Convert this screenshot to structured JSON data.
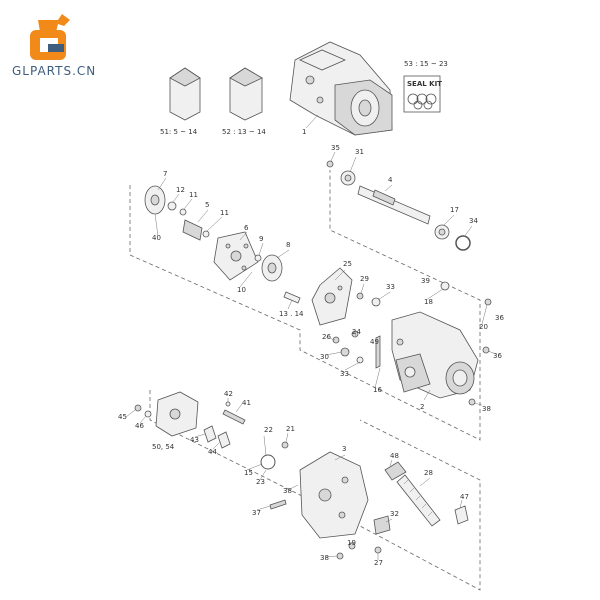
{
  "brand": {
    "name": "GLPARTS.CN",
    "icon": "gear-wrench-logo-icon",
    "colors": {
      "orange": "#f28a1a",
      "blue": "#3f5d7f"
    }
  },
  "seal_kit": {
    "title": "SEAL KIT",
    "ref": "53 : 15 ~ 23"
  },
  "kits": [
    {
      "ref": "51: 5 ~ 14"
    },
    {
      "ref": "52 : 13 ~ 14"
    }
  ],
  "callouts": {
    "c1": "1",
    "c2": "2",
    "c3": "3",
    "c4": "4",
    "c5": "5",
    "c6": "6",
    "c7": "7",
    "c8": "8",
    "c9": "9",
    "c10": "10",
    "c11a": "11",
    "c11b": "11",
    "c12": "12",
    "c13_14": "13 . 14",
    "c15": "15",
    "c16": "16",
    "c17": "17",
    "c18": "18",
    "c19": "19",
    "c20": "20",
    "c21": "21",
    "c22": "22",
    "c23": "23",
    "c24": "24",
    "c25": "25",
    "c26": "26",
    "c27": "27",
    "c28": "28",
    "c29": "29",
    "c30": "30",
    "c31": "31",
    "c32": "32",
    "c33a": "33",
    "c33b": "33",
    "c34": "34",
    "c35": "35",
    "c36a": "36",
    "c36b": "36",
    "c37": "37",
    "c38a": "38",
    "c38b": "38",
    "c38c": "38",
    "c39": "39",
    "c40": "40",
    "c41": "41",
    "c42": "42",
    "c43": "43",
    "c44": "44",
    "c45": "45",
    "c46": "46",
    "c47": "47",
    "c48": "48",
    "c49": "49",
    "c50_54": "50, 54"
  }
}
